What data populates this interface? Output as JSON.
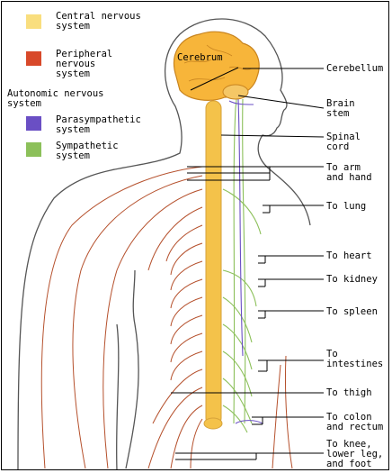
{
  "legend": {
    "cns": {
      "label": "Central nervous\nsystem",
      "color": "#f9de7e"
    },
    "pns": {
      "label": "Peripheral\nnervous\nsystem",
      "color": "#d8492a"
    },
    "ans_heading": "Autonomic nervous\nsystem",
    "para": {
      "label": "Parasympathetic\nsystem",
      "color": "#6a4fc4"
    },
    "symp": {
      "label": "Sympathetic\nsystem",
      "color": "#8cc05a"
    }
  },
  "labels": {
    "cerebrum": "Cerebrum",
    "cerebellum": "Cerebellum",
    "brain_stem": "Brain\nstem",
    "spinal_cord": "Spinal\ncord",
    "arm_hand": "To arm\nand hand",
    "lung": "To lung",
    "heart": "To heart",
    "kidney": "To kidney",
    "spleen": "To spleen",
    "intestines": "To\nintestines",
    "thigh": "To thigh",
    "colon": "To colon\nand rectum",
    "knee": "To knee,\nlower leg,\nand foot"
  },
  "colors": {
    "outline": "#555555",
    "spine": "#f4c24a",
    "brain": "#f7b53a"
  }
}
